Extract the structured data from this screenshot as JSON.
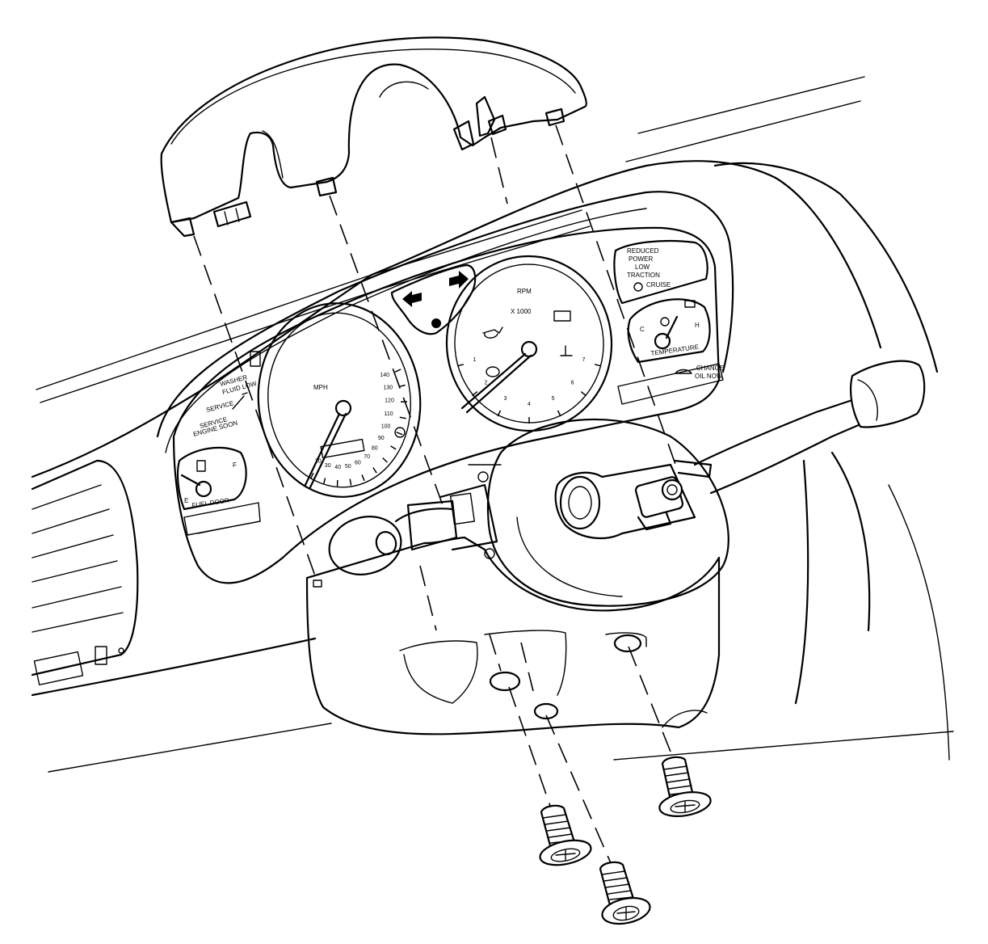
{
  "cluster": {
    "speedo": {
      "unit": "MPH",
      "ticks": [
        "20",
        "30",
        "40",
        "50",
        "60",
        "70",
        "80",
        "90",
        "100",
        "110",
        "120",
        "130",
        "140"
      ]
    },
    "tach": {
      "unit": "RPM",
      "multiplier": "X 1000",
      "ticks": [
        "1",
        "2",
        "3",
        "4",
        "5",
        "6",
        "7"
      ]
    },
    "left_messages": [
      "WASHER",
      "FLUID LOW",
      "SERVICE",
      "SERVICE",
      "ENGINE SOON"
    ],
    "fuel": {
      "label": "FUEL DOOR",
      "empty": "E",
      "full": "F"
    },
    "right_messages": [
      "REDUCED",
      "POWER",
      "LOW",
      "TRACTION",
      "CRUISE"
    ],
    "temp": {
      "label": "TEMPERATURE",
      "cold": "C",
      "hot": "H"
    },
    "oil_message": [
      "CHANGE",
      "OIL NOW"
    ]
  }
}
